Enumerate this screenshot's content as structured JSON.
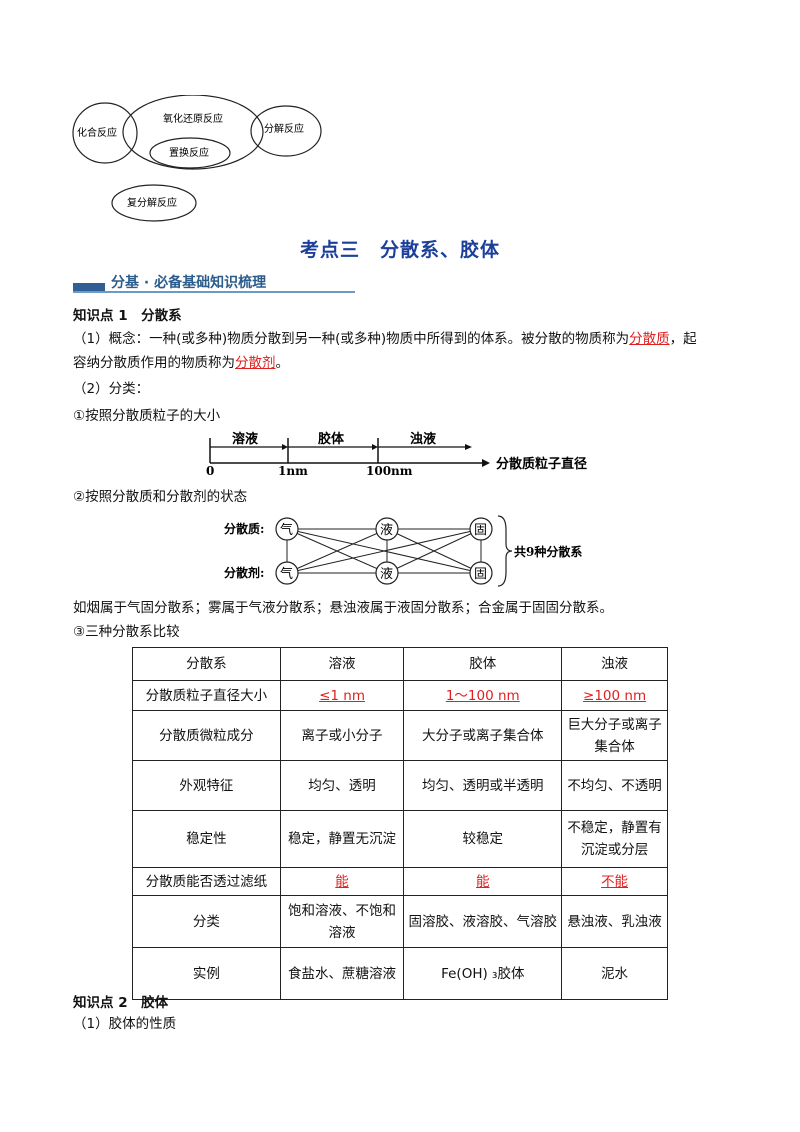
{
  "venn": {
    "combination": "化合反应",
    "redox": "氧化还原反应",
    "displacement": "置换反应",
    "decomposition": "分解反应",
    "double_decomposition": "复分解反应"
  },
  "section_title": "考点三　分散系、胶体",
  "banner": "分基 · 必备基础知识梳理",
  "kp1": {
    "heading": "知识点 1　分散系",
    "concept_prefix": "（1）概念：一种(或多种)物质分散到另一种(或多种)物质中所得到的体系。被分散的物质称为",
    "dispersoid": "分散质",
    "concept_mid": "，起",
    "concept_line2_prefix": "容纳分散质作用的物质称为",
    "dispersant": "分散剂",
    "concept_end": "。",
    "classify": "（2）分类：",
    "by_size": "①按照分散质粒子的大小",
    "by_state": "②按照分散质和分散剂的状态",
    "examples": "如烟属于气固分散系；雾属于气液分散系；悬浊液属于液固分散系；合金属于固固分散系。",
    "compare": "③三种分散系比较"
  },
  "size_axis": {
    "seg1": "溶液",
    "seg2": "胶体",
    "seg3": "浊液",
    "t0": "0",
    "t1": "1nm",
    "t2": "100nm",
    "axis_label": "分散质粒子直径"
  },
  "state_diagram": {
    "dispersoid_label": "分散质:",
    "dispersant_label": "分散剂:",
    "gas": "气",
    "liquid": "液",
    "solid": "固",
    "total": "共9种分散系"
  },
  "table": {
    "headers": [
      "分散系",
      "溶液",
      "胶体",
      "浊液"
    ],
    "rows": [
      {
        "label": "分散质粒子直径大小",
        "cells": [
          "≤1 nm",
          "1～100 nm",
          "≥100 nm"
        ],
        "red": true
      },
      {
        "label": "分散质微粒成分",
        "cells": [
          "离子或小分子",
          "大分子或离子集合体",
          "巨大分子或离子集合体"
        ],
        "red": false
      },
      {
        "label": "外观特征",
        "cells": [
          "均匀、透明",
          "均匀、透明或半透明",
          "不均匀、不透明"
        ],
        "red": false
      },
      {
        "label": "稳定性",
        "cells": [
          "稳定，静置无沉淀",
          "较稳定",
          "不稳定，静置有沉淀或分层"
        ],
        "red": false
      },
      {
        "label": "分散质能否透过滤纸",
        "cells": [
          "能",
          "能",
          "不能"
        ],
        "red": true
      },
      {
        "label": "分类",
        "cells": [
          "饱和溶液、不饱和溶液",
          "固溶胶、液溶胶、气溶胶",
          "悬浊液、乳浊液"
        ],
        "red": false
      },
      {
        "label": "实例",
        "cells": [
          "食盐水、蔗糖溶液",
          "Fe(OH) ₃胶体",
          "泥水"
        ],
        "red": false
      }
    ]
  },
  "kp2": {
    "heading": "知识点 2　胶体",
    "properties": "（1）胶体的性质"
  }
}
